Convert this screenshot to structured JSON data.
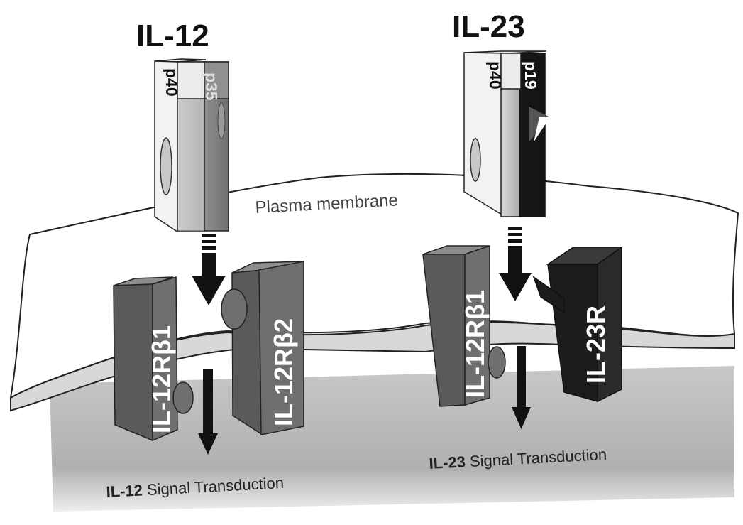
{
  "titles": {
    "left": "IL-12",
    "right": "IL-23"
  },
  "subunits": {
    "il12_a": "p40",
    "il12_b": "p35",
    "il23_a": "p40",
    "il23_b": "p19"
  },
  "membrane_label": "Plasma membrane",
  "receptors": {
    "r1": "IL-12Rβ1",
    "r2": "IL-12Rβ2",
    "r3": "IL-12Rβ1",
    "r4": "IL-23R"
  },
  "signals": {
    "left_bold": "IL-12",
    "left_text": " Signal Transduction",
    "right_bold": "IL-23",
    "right_text": " Signal Transduction"
  }
}
